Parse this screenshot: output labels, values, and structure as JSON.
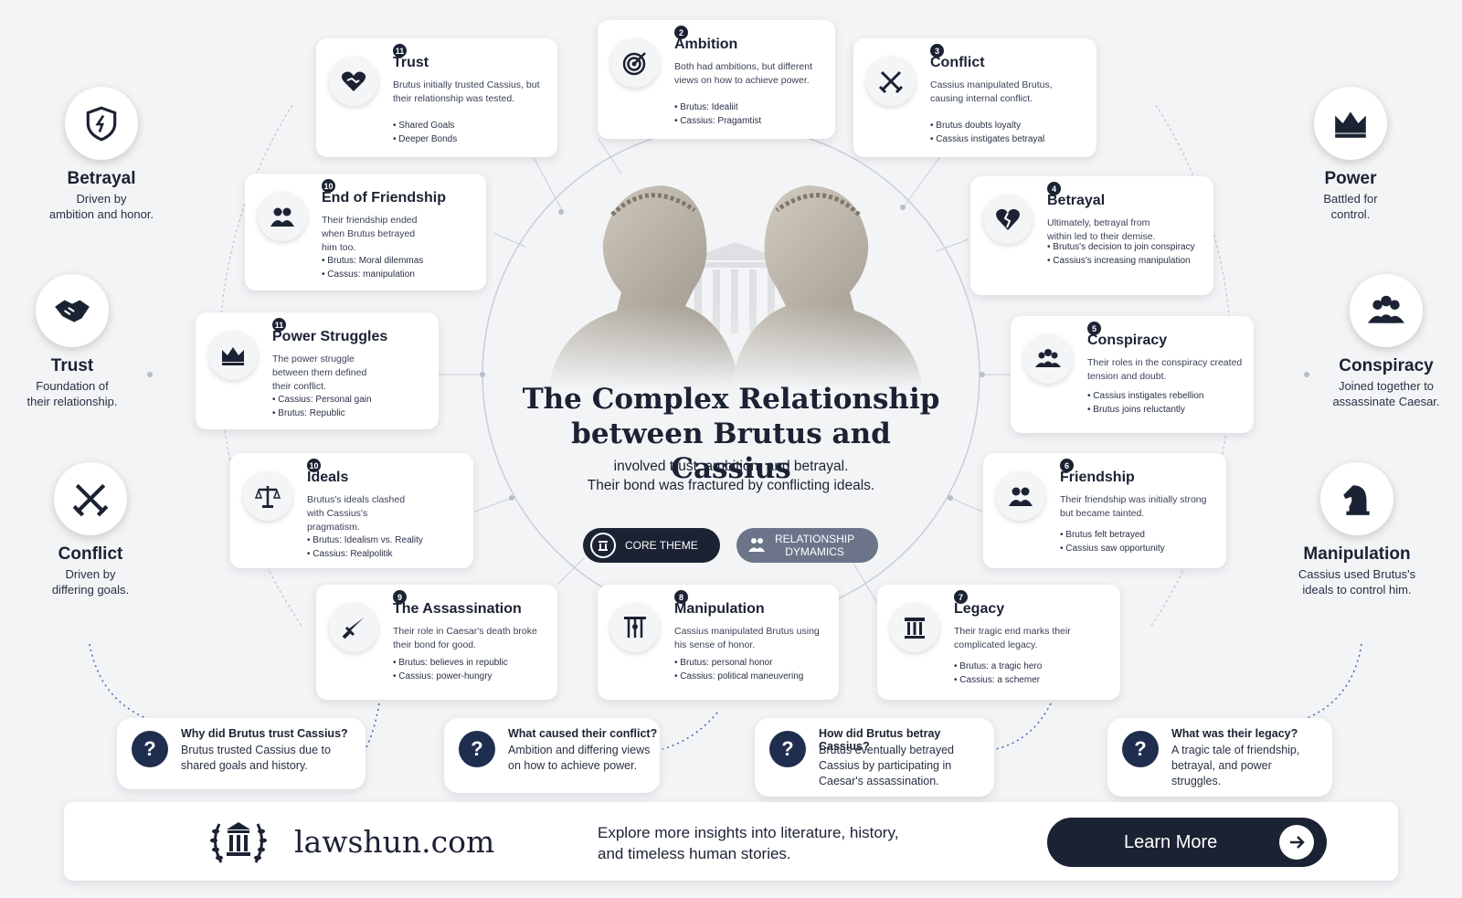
{
  "center": {
    "title_line1": "The Complex Relationship",
    "title_line2": "between Brutus and Cassius",
    "sub_line1": "involved trust, ambition, and betrayal.",
    "sub_line2": "Their bond was fractured by conflicting ideals.",
    "pill_core": "CORE THEME",
    "pill_rel_1": "RELATIONSHIP",
    "pill_rel_2": "DYMAMICS"
  },
  "cards": {
    "trust": {
      "num": "11",
      "title": "Trust",
      "desc": "Brutus initially trusted Cassius, but their relationship was tested.",
      "b1": "Shared Goals",
      "b2": "Deeper Bonds"
    },
    "ambition": {
      "num": "2",
      "title": "Ambition",
      "desc": "Both had ambitions, but different views on how to achieve power.",
      "b1": "Brutus: Idealiit",
      "b2": "Cassius: Pragamtist"
    },
    "conflict": {
      "num": "3",
      "title": "Conflict",
      "desc": "Cassius manipulated Brutus, causing internal conflict.",
      "b1": "Brutus doubts loyalty",
      "b2": "Cassius instigates betrayal"
    },
    "endfriend": {
      "num": "10",
      "title": "End of Friendship",
      "desc": "Their friendship ended when Brutus betrayed him too.",
      "b1": "Brutus: Moral dilemmas",
      "b2": "Cassus: manipulation"
    },
    "betrayal": {
      "num": "4",
      "title": "Betrayal",
      "desc": "Ultimately, betrayal from within led to their demise.",
      "b1": "Brutus's decision to join conspiracy",
      "b2": "Cassius's increasing manipulation"
    },
    "power": {
      "num": "11",
      "title": "Power Struggles",
      "desc": "The power struggle between them defined their conflict.",
      "b1": "Cassius: Personal gain",
      "b2": "Brutus: Republic"
    },
    "conspiracy": {
      "num": "5",
      "title": "Conspiracy",
      "desc": "Their roles in the conspiracy created tension and doubt.",
      "b1": "Cassius instigates rebellion",
      "b2": "Brutus joins reluctantly"
    },
    "ideals": {
      "num": "10",
      "title": "Ideals",
      "desc": "Brutus's ideals clashed with Cassius's pragmatism.",
      "b1": "Brutus: Idealism vs. Reality",
      "b2": "Cassius: Realpolitik"
    },
    "friendship": {
      "num": "6",
      "title": "Friendship",
      "desc": "Their friendship was initially strong but became tainted.",
      "b1": "Brutus felt betrayed",
      "b2": "Cassius saw opportunity"
    },
    "assassination": {
      "num": "9",
      "title": "The Assassination",
      "desc": "Their role in Caesar's death broke their bond for good.",
      "b1": "Brutus: believes in republic",
      "b2": "Cassius: power-hungry"
    },
    "manipulation": {
      "num": "8",
      "title": "Manipulation",
      "desc": "Cassius manipulated Brutus using his sense of honor.",
      "b1": "Brutus: personal honor",
      "b2": "Cassius: political maneuvering"
    },
    "legacy": {
      "num": "7",
      "title": "Legacy",
      "desc": "Their tragic end marks their complicated legacy.",
      "b1": "Brutus: a tragic hero",
      "b2": "Cassius: a schemer"
    }
  },
  "sides": {
    "betrayal": {
      "title": "Betrayal",
      "l1": "Driven by",
      "l2": "ambition and honor."
    },
    "trust": {
      "title": "Trust",
      "l1": "Foundation of",
      "l2": "their relationship."
    },
    "conflict": {
      "title": "Conflict",
      "l1": "Driven by",
      "l2": "differing goals."
    },
    "power": {
      "title": "Power",
      "l1": "Battled for",
      "l2": "control."
    },
    "conspiracy": {
      "title": "Conspiracy",
      "l1": "Joined together to",
      "l2": "assassinate Caesar."
    },
    "manipulation": {
      "title": "Manipulation",
      "l1": "Cassius used Brutus's",
      "l2": "ideals to control him."
    }
  },
  "faqs": {
    "q1": {
      "title": "Why did Brutus trust Cassius?",
      "text": "Brutus trusted Cassius due to shared goals and history."
    },
    "q2": {
      "title": "What caused their conflict?",
      "text": "Ambition and differing views on how to achieve power."
    },
    "q3": {
      "title": "How did Brutus betray Cassius?",
      "text": "Brutus eventually betrayed Cassius by participating in Caesar's assassination."
    },
    "q4": {
      "title": "What was their legacy?",
      "text": "A tragic tale of friendship, betrayal, and power struggles."
    }
  },
  "footer": {
    "site": "lawshun.com",
    "tag_line1": "Explore more insights into literature, history,",
    "tag_line2": "and timeless human stories.",
    "cta": "Learn More"
  },
  "colors": {
    "navy": "#1b2233",
    "button": "#1f2d4f",
    "pill_grey": "#6b7489"
  }
}
